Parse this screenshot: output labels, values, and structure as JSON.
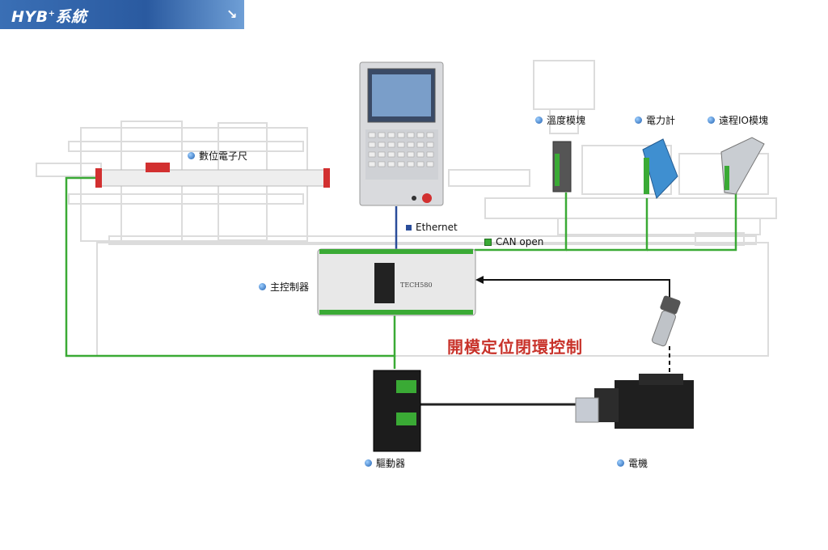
{
  "header": {
    "title": "HYB",
    "title_sup": "+",
    "title_suffix": "系統",
    "arrow": "↘"
  },
  "labels": {
    "digital_scale": "數位電子尺",
    "temperature_module": "溫度模塊",
    "power_meter": "電力計",
    "remote_io": "遠程IO模塊",
    "ethernet": "Ethernet",
    "can_open": "CAN open",
    "main_controller": "主控制器",
    "driver": "驅動器",
    "motor": "電機"
  },
  "controller_brand": "TECH580",
  "caption": "開模定位閉環控制",
  "colors": {
    "link_green": "#3aaa35",
    "ethernet_blue": "#2a4d9a",
    "caption_red": "#c8322a",
    "dot_blue": "#1f5fb0"
  }
}
